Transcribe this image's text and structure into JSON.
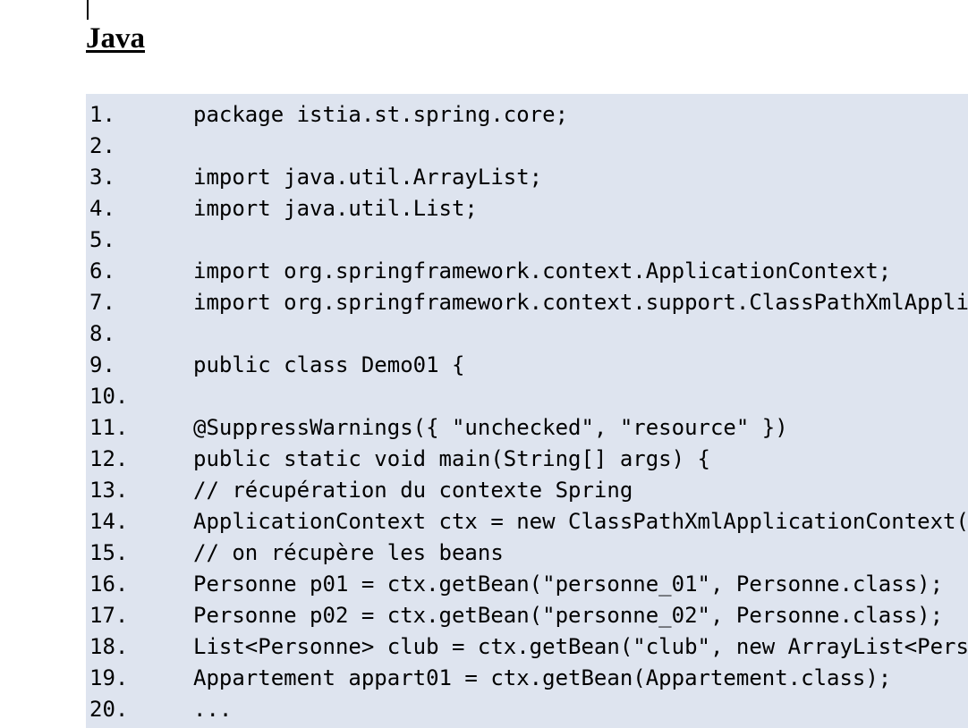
{
  "page": {
    "background_color": "#ffffff",
    "caret_visible": true
  },
  "heading": {
    "text": "Java",
    "style": "bold-underlined-serif"
  },
  "code_listing": {
    "background_color": "#dee4ef",
    "text_color": "#000000",
    "language": "java",
    "lines": [
      {
        "number": "1.",
        "code": "package istia.st.spring.core;"
      },
      {
        "number": "2.",
        "code": ""
      },
      {
        "number": "3.",
        "code": "import java.util.ArrayList;"
      },
      {
        "number": "4.",
        "code": "import java.util.List;"
      },
      {
        "number": "5.",
        "code": ""
      },
      {
        "number": "6.",
        "code": "import org.springframework.context.ApplicationContext;"
      },
      {
        "number": "7.",
        "code": "import org.springframework.context.support.ClassPathXmlApplicationContext;"
      },
      {
        "number": "8.",
        "code": ""
      },
      {
        "number": "9.",
        "code": "public class Demo01 {"
      },
      {
        "number": "10.",
        "code": ""
      },
      {
        "number": "11.",
        "code": "@SuppressWarnings({ \"unchecked\", \"resource\" })"
      },
      {
        "number": "12.",
        "code": "public static void main(String[] args) {"
      },
      {
        "number": "13.",
        "code": "// récupération du contexte Spring"
      },
      {
        "number": "14.",
        "code": "ApplicationContext ctx = new ClassPathXmlApplicationContext(\"spring-config.xml\");"
      },
      {
        "number": "15.",
        "code": "// on récupère les beans"
      },
      {
        "number": "16.",
        "code": "Personne p01 = ctx.getBean(\"personne_01\", Personne.class);"
      },
      {
        "number": "17.",
        "code": "Personne p02 = ctx.getBean(\"personne_02\", Personne.class);"
      },
      {
        "number": "18.",
        "code": "List<Personne> club = ctx.getBean(\"club\", new ArrayList<Personne>().getClass());"
      },
      {
        "number": "19.",
        "code": "Appartement appart01 = ctx.getBean(Appartement.class);"
      },
      {
        "number": "20.",
        "code": "..."
      }
    ]
  }
}
